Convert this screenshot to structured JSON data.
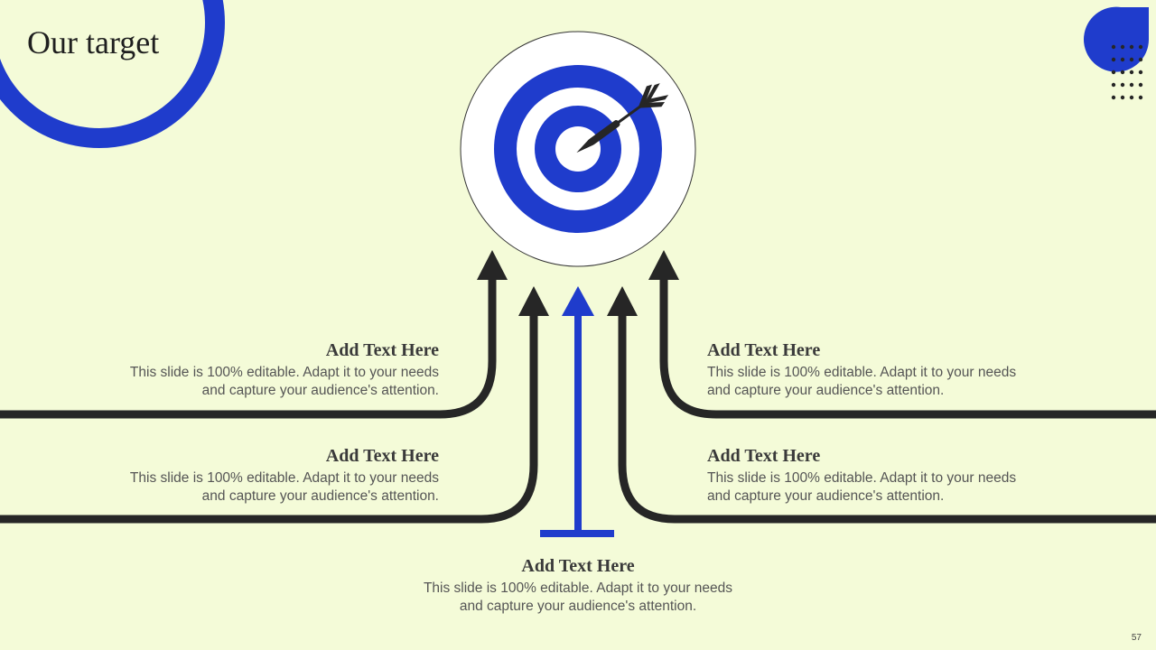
{
  "slide": {
    "title": "Our target",
    "page_number": "57",
    "colors": {
      "background": "#f4fbd8",
      "accent": "#1f3ccc",
      "arrow": "#262626",
      "target_ring": "#ffffff"
    },
    "icons": [
      "target-icon",
      "dart-icon",
      "arrow-up-icon",
      "dot-grid-icon"
    ],
    "blocks": [
      {
        "heading": "Add Text Here",
        "line1": "This slide is 100% editable. Adapt it to your needs",
        "line2": "and capture your audience's attention."
      },
      {
        "heading": "Add Text Here",
        "line1": "This slide is 100% editable. Adapt it to your needs",
        "line2": "and capture your audience's attention."
      },
      {
        "heading": "Add Text Here",
        "line1": "This slide is 100% editable. Adapt it to your needs",
        "line2": "and capture your audience's attention."
      },
      {
        "heading": "Add Text Here",
        "line1": "This slide is 100% editable. Adapt it to your needs",
        "line2": "and capture your audience's attention."
      },
      {
        "heading": "Add Text Here",
        "line1": "This slide is 100% editable. Adapt it to your needs",
        "line2": "and capture your audience's attention."
      }
    ]
  }
}
